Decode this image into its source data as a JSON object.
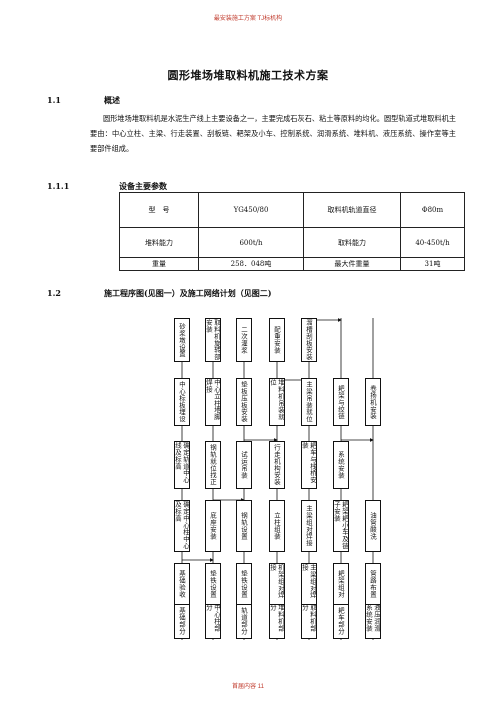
{
  "page_header": "最安装施工方案 TJ标机构",
  "page_footer": "首届内容 11",
  "doc_title": "圆形堆场堆取料机施工技术方案",
  "sec1": {
    "num": "1.1",
    "title": "概述"
  },
  "overview": "圆形堆场堆取料机是水泥生产线上主要设备之一，主要完成石灰石、粘土等原料的均化。圆型轨道式堆取料机主要由：中心立柱、主梁、行走装置、刮板链、耙架及小车、控制系统、润滑系统、堆料机、液压系统、操作室等主要部件组成。",
  "sec111": {
    "num": "1.1.1",
    "title": "设备主要参数"
  },
  "spec": {
    "r1": [
      "型　号",
      "YG450/80",
      "取料机轨道直径",
      "Φ80m"
    ],
    "r2": [
      "堆料能力",
      "600t/h",
      "取料能力",
      "40-450t/h"
    ],
    "r3": [
      "重量",
      "258．048吨",
      "最大件重量",
      "31吨"
    ]
  },
  "sec12": {
    "num": "1.2",
    "title": "施工程序图(见图一）及施工网络计划（见图二)"
  },
  "flow": {
    "r0": [
      "基础部分",
      "中心柱部分",
      "轨道部分",
      "堆料机部分",
      "取料机部分",
      "耙车部分",
      "液压润滑系统安装"
    ],
    "r1": [
      "基础验收",
      "垫铁设置",
      "垫铁设置",
      "机架组对焊接",
      "主梁组对焊接",
      "耙架组对",
      "管路布置"
    ],
    "r2": [
      "确定中心柱中心及标高",
      "底座安装",
      "钢轨设置",
      "立柱组装",
      "主梁组对焊接",
      "耙架耙小车及链子安装",
      "油管酸洗"
    ],
    "r3": [
      "确定轨道中心线及标高",
      "钢轨就位找正",
      "试运吊装",
      "行走机构安装",
      "耙车与栈桥安装",
      "系统安装"
    ],
    "r4": [
      "中心标板埋设",
      "中心立柱地脚焊接",
      "垫板压板安装",
      "堆料机吊装就位",
      "主梁吊装就位",
      "耙架与绞链",
      "卷扬机安装"
    ],
    "r5": [
      "基础铲麻面",
      "一次灌浆",
      "复查调整",
      "液压支撑安装",
      "刮板机安装"
    ],
    "r6": [
      "砂浆墩设置",
      "取料机旋转部安装",
      "二次灌浆",
      "配重安装",
      "溜槽刮板安装"
    ]
  }
}
